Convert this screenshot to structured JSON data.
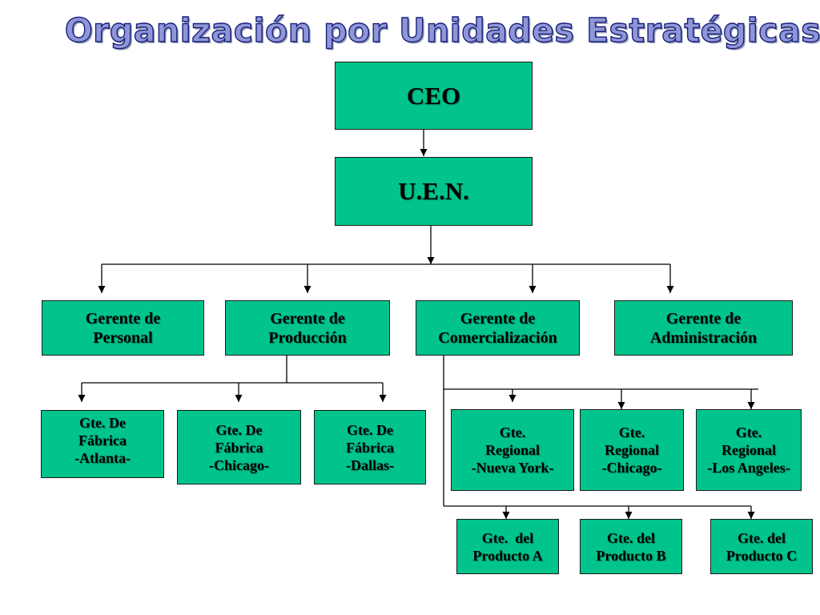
{
  "title": "Organización por Unidades Estratégicas",
  "ceo": "CEO",
  "uen": "U.E.N.",
  "managers": [
    {
      "line1": "Gerente de",
      "line2": "Personal"
    },
    {
      "line1": "Gerente de",
      "line2": "Producción"
    },
    {
      "line1": "Gerente de",
      "line2": "Comercialización"
    },
    {
      "line1": "Gerente de",
      "line2": "Administración"
    }
  ],
  "factory": [
    {
      "line1": "Gte. De",
      "line2": "Fábrica",
      "line3": "-Atlanta-"
    },
    {
      "line1": "Gte. De",
      "line2": "Fábrica",
      "line3": "-Chicago-"
    },
    {
      "line1": "Gte. De",
      "line2": "Fábrica",
      "line3": "-Dallas-"
    }
  ],
  "regional": [
    {
      "line1": "Gte.",
      "line2": "Regional",
      "line3": "-Nueva York-"
    },
    {
      "line1": "Gte.",
      "line2": "Regional",
      "line3": "-Chicago-"
    },
    {
      "line1": "Gte.",
      "line2": "Regional",
      "line3": "-Los Angeles-"
    }
  ],
  "product": [
    {
      "line1": "Gte.  del",
      "line2": "Producto A"
    },
    {
      "line1": "Gte. del",
      "line2": "Producto B"
    },
    {
      "line1": "Gte. del",
      "line2": "Producto C"
    }
  ],
  "colors": {
    "box_fill": "#00c48c",
    "title_fill": "#8f96d8",
    "title_outline": "#18207a"
  }
}
